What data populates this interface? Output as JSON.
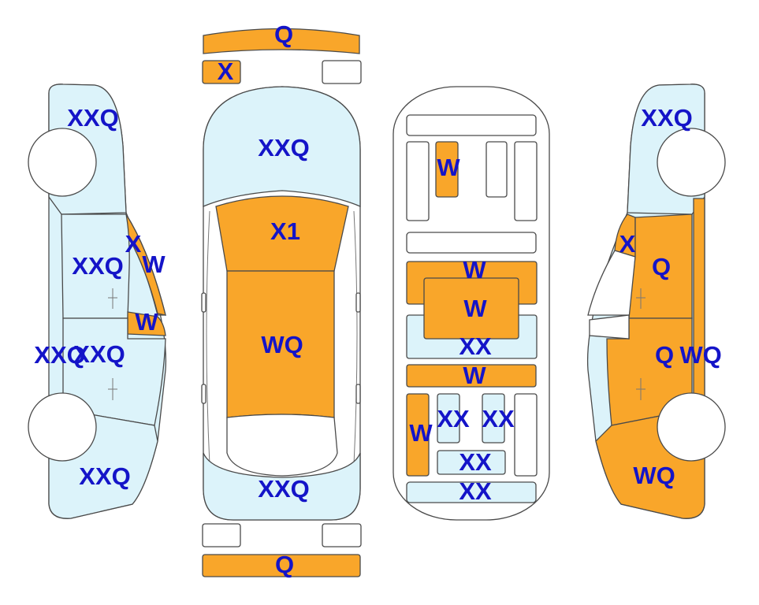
{
  "colors": {
    "damaged": "#f9a62a",
    "body": "#dcf3fa",
    "outline": "#4a4a4a",
    "label": "#1414c8",
    "background": "#ffffff"
  },
  "labels": {
    "front_bumper": "Q",
    "front_left_light": "X",
    "hood": "XXQ",
    "windshield": "X1",
    "roof": "WQ",
    "trunk": "XXQ",
    "rear_bumper": "Q",
    "floor_front_left": "W",
    "floor_mid_top": "W",
    "floor_mid_center": "W",
    "floor_mid_bottom": "XX",
    "floor_rail": "W",
    "floor_left_long": "W",
    "floor_box_1": "XX",
    "floor_box_2": "XX",
    "floor_box_3": "XX",
    "floor_rear": "XX",
    "left_front_fender": "XXQ",
    "left_a_pillar": "X",
    "left_front_window": "W",
    "left_front_door": "XXQ",
    "left_rear_window": "W",
    "left_rear_door_1": "XXQ",
    "left_rear_door_2": "XXQ",
    "left_rear_quarter": "XXQ",
    "right_front_fender": "XXQ",
    "right_a_pillar": "X",
    "right_front_door": "Q",
    "right_rear_door_1": "Q",
    "right_rear_door_2": "WQ",
    "right_rear_quarter": "WQ"
  }
}
